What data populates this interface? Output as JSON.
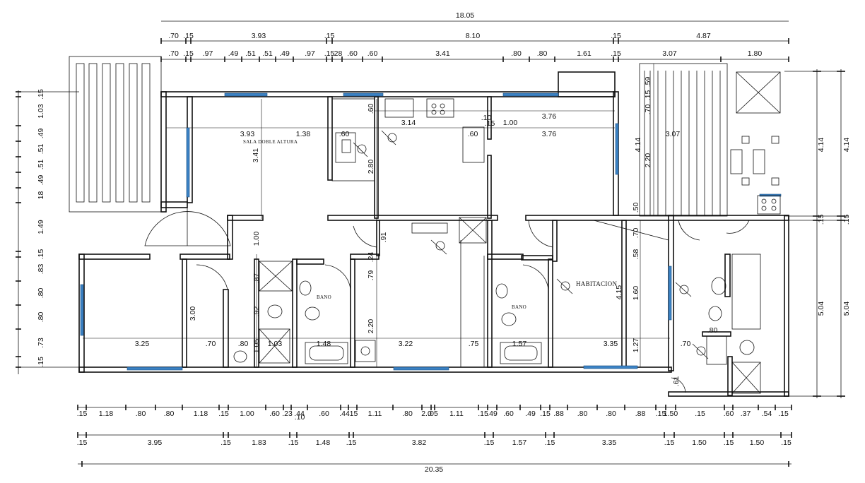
{
  "rooms": {
    "living": "SALA DOBLE ALTURA",
    "bath_left": "BANO",
    "bath_right": "BANO",
    "bedroom": "HABITACION"
  },
  "colors": {
    "window": "#3b82c4",
    "line": "#111111"
  },
  "top_dims": {
    "total": "18.05",
    "r1": [
      ".70",
      ".15",
      "3.93",
      ".15",
      "8.10",
      ".15",
      "4.87"
    ],
    "r2": [
      ".70",
      ".15",
      ".97",
      ".49",
      ".51",
      ".51",
      ".49",
      ".97",
      ".15",
      ".28",
      ".60",
      ".60",
      "3.41",
      ".80",
      ".80",
      "1.61",
      ".15",
      "3.07",
      "1.80"
    ]
  },
  "bottom_dims": {
    "total": "20.35",
    "r1": [
      ".15",
      "1.18",
      ".80",
      ".80",
      "1.18",
      ".15",
      "1.00",
      ".60",
      ".23",
      ".44",
      ".60",
      ".44",
      ".15",
      "1.11",
      ".80",
      "2.0",
      ".05",
      "1.11",
      ".15",
      ".49",
      ".60",
      ".49",
      ".15",
      ".88",
      ".80",
      ".80",
      ".88",
      ".15",
      "1.50",
      ".15",
      ".60",
      ".37",
      ".54",
      ".15"
    ],
    "r1_sub": ".10",
    "r2": [
      ".15",
      "3.95",
      ".15",
      "1.83",
      ".15",
      "1.48",
      ".15",
      "3.82",
      ".15",
      "1.57",
      ".15",
      "3.35",
      ".15",
      "1.50",
      ".15",
      "1.50",
      ".15"
    ]
  },
  "left_dims": [
    ".15",
    "1.03",
    ".49",
    ".51",
    ".51",
    ".49",
    "18",
    "1.49",
    ".15",
    ".83",
    ".80",
    ".80",
    ".73",
    ".15"
  ],
  "right_dims": {
    "outer": [
      "4.14",
      ".15",
      "5.04"
    ],
    "inner": [
      "4.14",
      ".15",
      "5.04"
    ]
  },
  "interior_dims": {
    "living_w": "3.93",
    "living_w2": "1.38",
    "living_h": "3.41",
    "hall_h": "1.00",
    "k_60a": ".60",
    "k_60b": ".60",
    "k_314": "3.14",
    "k_280": "2.80",
    "k_10": ".10",
    "k_15": ".15",
    "k_60c": ".60",
    "k_100": "1.00",
    "t_376a": "3.76",
    "t_376b": "3.76",
    "t_307": "3.07",
    "st_15": ".15",
    "st_59": ".59",
    "st_70": ".70",
    "st_414": "4.14",
    "st_220": "2.20",
    "st_50": ".50",
    "h_91": ".91",
    "h_24": ".24",
    "h_79": ".79",
    "h_220": "2.20",
    "h_70": ".70",
    "h_58": ".58",
    "h_415": "4.15",
    "h_160": "1.60",
    "h_127": "1.27",
    "b_87": ".87",
    "b_92": ".92",
    "b_300": "3.00",
    "b_105": "1.05",
    "row_325": "3.25",
    "row_70": ".70",
    "row_80": ".80",
    "row_103": "1.03",
    "row_148": "1.48",
    "row_322": "3.22",
    "row_75": ".75",
    "row_157": "1.57",
    "row_335": "3.35",
    "row_70b": ".70",
    "sv_80": ".80",
    "sv_61": ".61"
  }
}
